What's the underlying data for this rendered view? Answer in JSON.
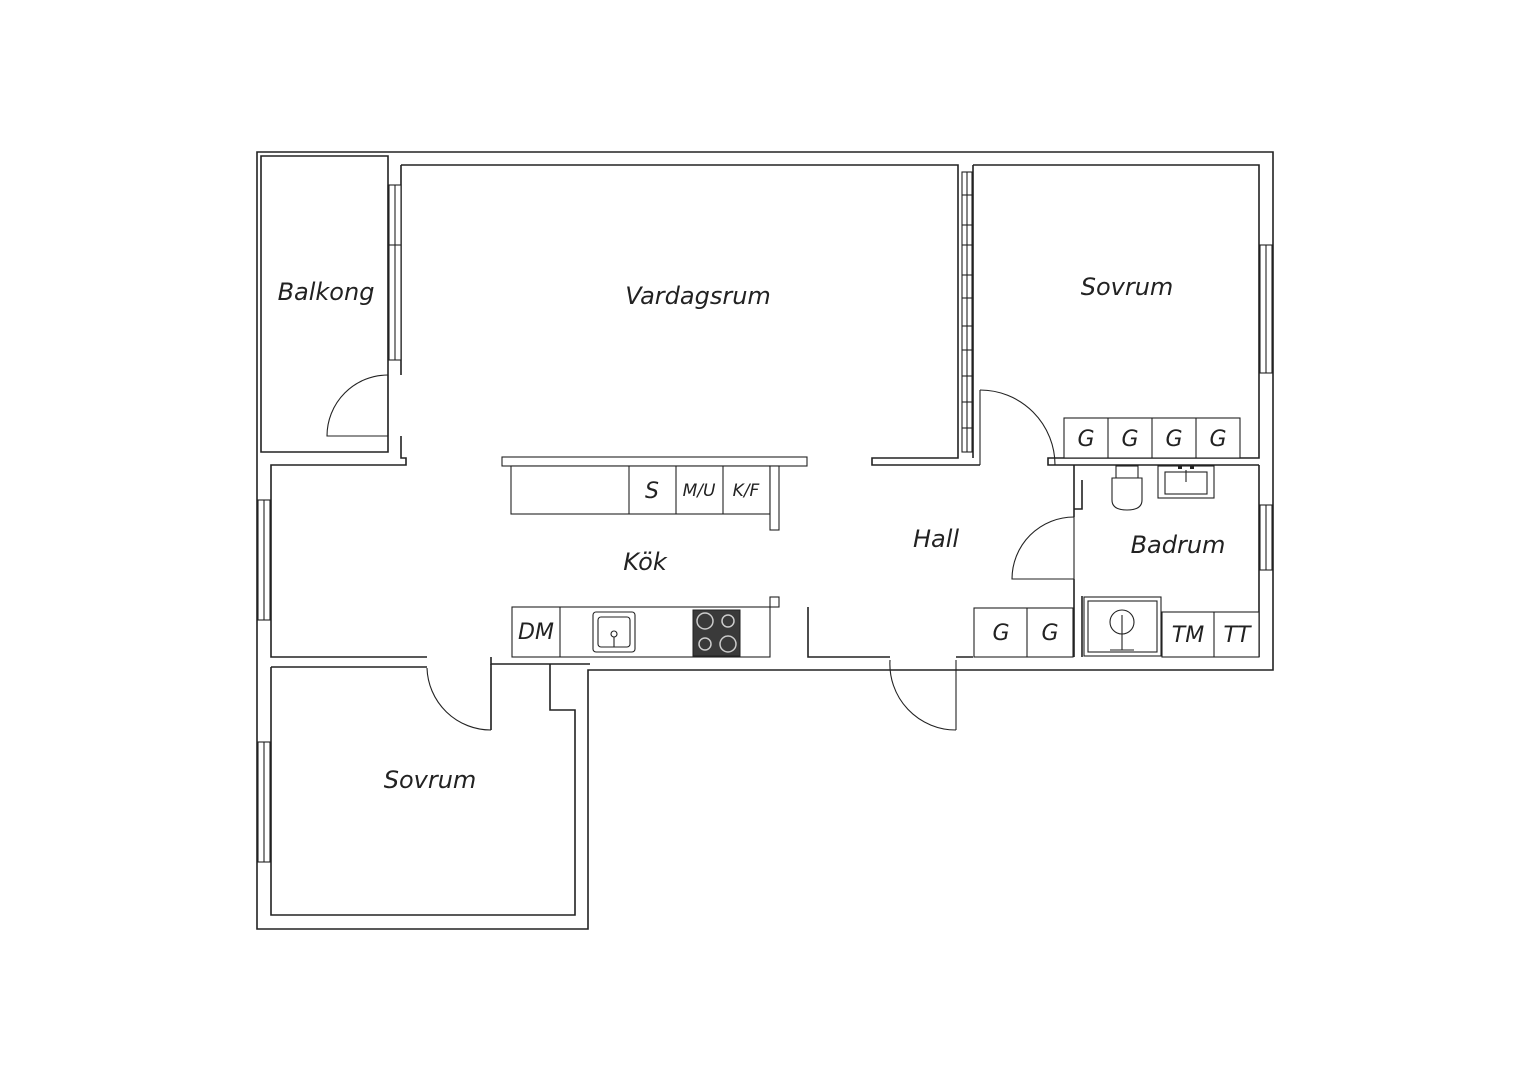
{
  "rooms": {
    "balkong": "Balkong",
    "vardagsrum": "Vardagsrum",
    "sovrum_top": "Sovrum",
    "kok": "Kök",
    "hall": "Hall",
    "badrum": "Badrum",
    "sovrum_bottom": "Sovrum"
  },
  "fixtures": {
    "wardrobe_label": "G",
    "kitchen_s": "S",
    "kitchen_mu": "M/U",
    "kitchen_kf": "K/F",
    "kitchen_dm": "DM",
    "bath_tm": "TM",
    "bath_tt": "TT"
  },
  "icons": [
    "sink-icon",
    "stove-icon",
    "toilet-icon",
    "shower-icon",
    "door-swing-icon",
    "window-icon"
  ],
  "colors": {
    "line": "#222222",
    "background": "#ffffff",
    "stove": "#3a3a3a"
  }
}
